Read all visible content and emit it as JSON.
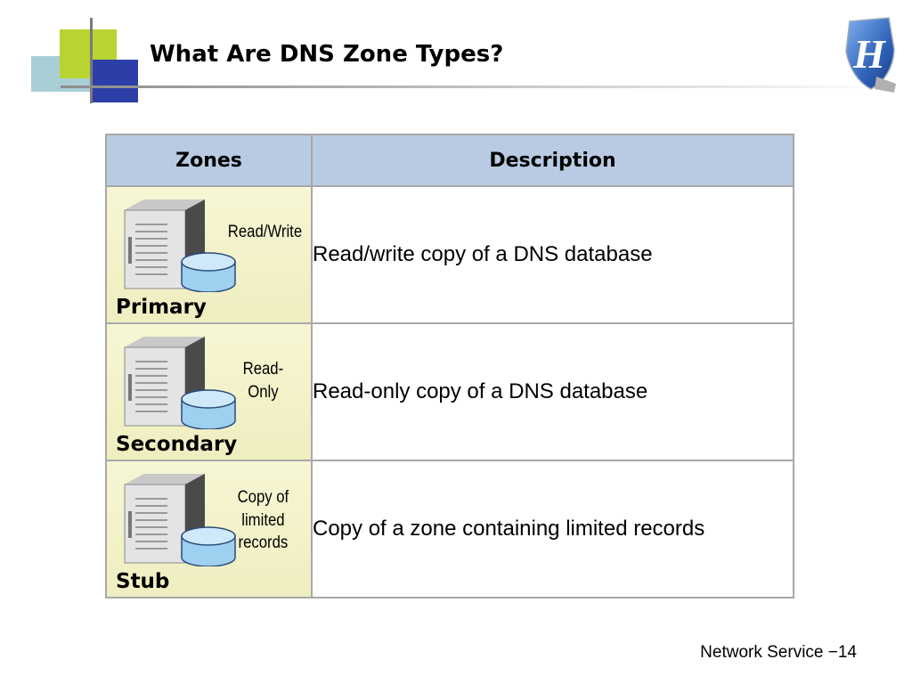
{
  "slide": {
    "title": "What Are DNS Zone Types?",
    "footer": "Network Service −14"
  },
  "table": {
    "headers": [
      "Zones",
      "Description"
    ],
    "rows": [
      {
        "zone": "Primary",
        "label": "Read/Write",
        "description": "Read/write copy of a DNS database",
        "icon": "server-database-icon"
      },
      {
        "zone": "Secondary",
        "label": "Read-Only",
        "description": "Read-only copy of a DNS database",
        "icon": "server-database-icon"
      },
      {
        "zone": "Stub",
        "label": "Copy of limited records",
        "description": "Copy of a zone containing limited records",
        "icon": "server-database-icon"
      }
    ]
  },
  "colors": {
    "header_bg": "#b8cbe2",
    "zone_cell_bg": "#f3f2c9",
    "accent_green": "#b7d433",
    "accent_blue": "#2c3fa8",
    "logo_blue": "#3a6fc4"
  }
}
